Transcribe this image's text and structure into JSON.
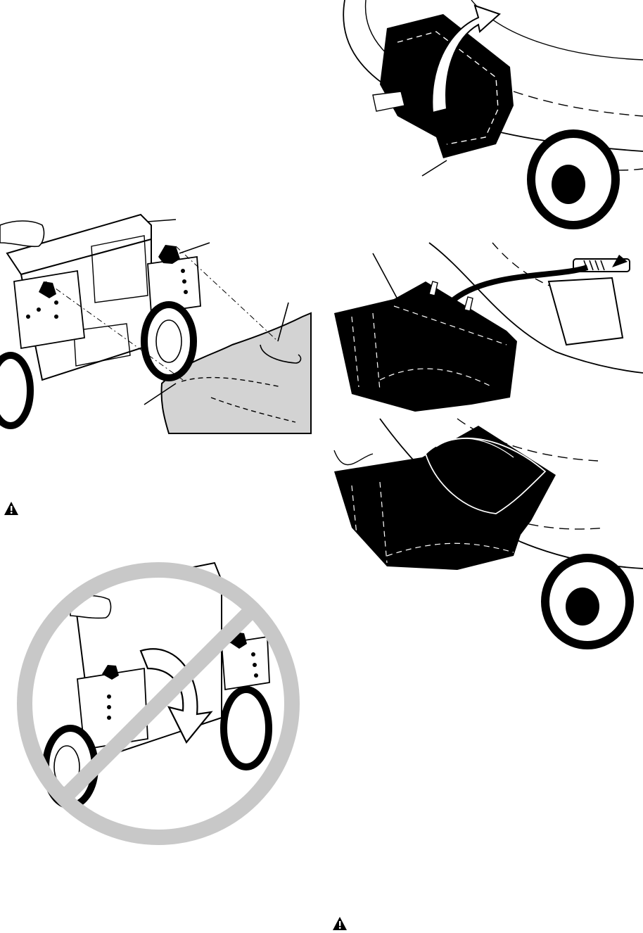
{
  "page": {
    "background": "#ffffff",
    "ink": "#000000",
    "tint": "#d3d3d3"
  },
  "figures": [
    {
      "name": "bag-assembly-illustration",
      "icons": [
        "grass-bag",
        "bag-frame",
        "mower-handle",
        "rear-wheel"
      ]
    },
    {
      "name": "prohibited-tilt-illustration",
      "icons": [
        "prohibition-circle",
        "rotation-arrow"
      ]
    },
    {
      "name": "side-discharge-door-open-illustration",
      "icons": [
        "discharge-chute",
        "lift-arrow",
        "front-wheel"
      ]
    },
    {
      "name": "mulch-plug-spring-illustration",
      "icons": [
        "mulch-plug",
        "spring-hinge"
      ]
    },
    {
      "name": "chute-installed-illustration",
      "icons": [
        "discharge-chute",
        "front-wheel"
      ]
    }
  ],
  "warnings": [
    {
      "icon": "warning-triangle-icon"
    },
    {
      "icon": "warning-triangle-icon"
    }
  ]
}
